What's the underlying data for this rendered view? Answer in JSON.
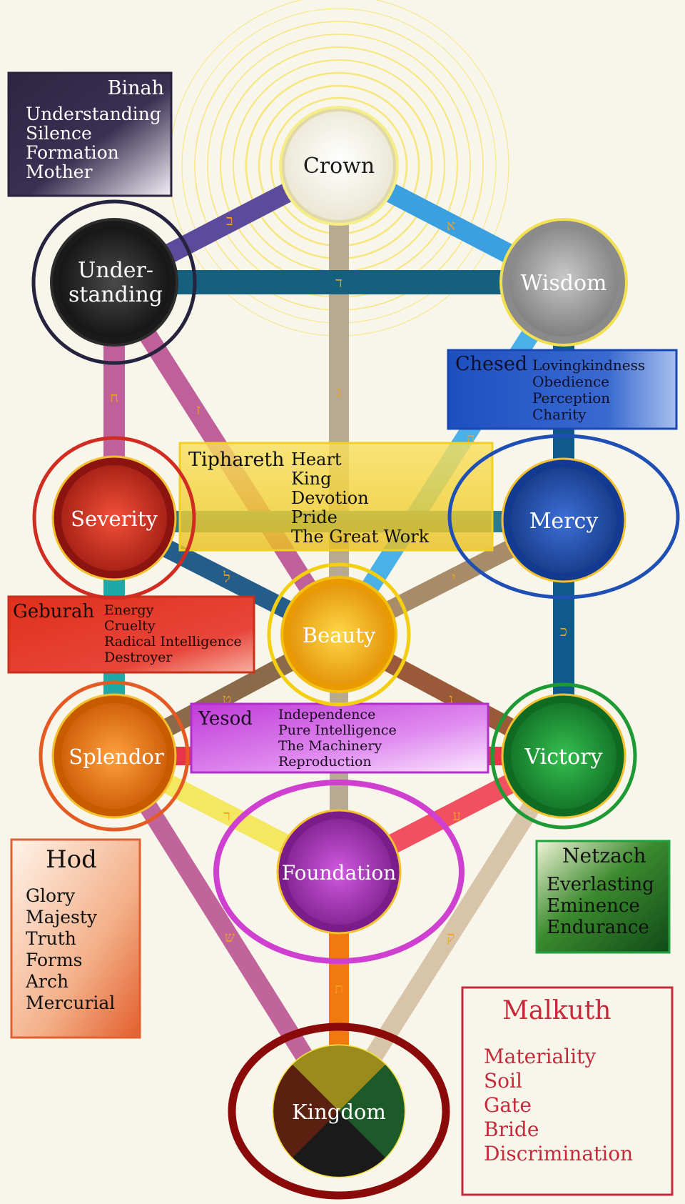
{
  "sephiroth": {
    "crown": {
      "label": "Crown"
    },
    "understanding": {
      "line1": "Under-",
      "line2": "standing"
    },
    "wisdom": {
      "label": "Wisdom"
    },
    "severity": {
      "label": "Severity"
    },
    "mercy": {
      "label": "Mercy"
    },
    "beauty": {
      "label": "Beauty"
    },
    "splendor": {
      "label": "Splendor"
    },
    "victory": {
      "label": "Victory"
    },
    "foundation": {
      "label": "Foundation"
    },
    "kingdom": {
      "label": "Kingdom"
    }
  },
  "paths": {
    "crown_understanding": "ב",
    "crown_wisdom": "א",
    "understanding_wisdom": "ד",
    "crown_beauty": "ג",
    "understanding_severity": "ח",
    "understanding_beauty": "ז",
    "wisdom_mercy": "ה",
    "severity_beauty": "ל",
    "mercy_beauty": "י",
    "mercy_victory": "כ",
    "beauty_splendor": "ט",
    "beauty_victory": "נ",
    "splendor_foundation": "ר",
    "victory_foundation": "ע",
    "splendor_kingdom": "ש",
    "victory_kingdom": "ק",
    "foundation_kingdom": "ת"
  },
  "panels": {
    "binah": {
      "title": "Binah",
      "items": [
        "Understanding",
        "Silence",
        "Formation",
        "Mother"
      ]
    },
    "chesed": {
      "title": "Chesed",
      "items": [
        "Lovingkindness",
        "Obedience",
        "Perception",
        "Charity"
      ]
    },
    "tiphareth": {
      "title": "Tiphareth",
      "items": [
        "Heart",
        "King",
        "Devotion",
        "Pride",
        "The Great Work"
      ]
    },
    "geburah": {
      "title": "Geburah",
      "items": [
        "Energy",
        "Cruelty",
        "Radical Intelligence",
        "Destroyer"
      ]
    },
    "yesod": {
      "title": "Yesod",
      "items": [
        "Independence",
        "Pure Intelligence",
        "The Machinery",
        "Reproduction"
      ]
    },
    "hod": {
      "title": "Hod",
      "items": [
        "Glory",
        "Majesty",
        "Truth",
        "Forms",
        "Arch",
        "Mercurial"
      ]
    },
    "netzach": {
      "title": "Netzach",
      "items": [
        "Everlasting",
        "Eminence",
        "Endurance"
      ]
    },
    "malkuth": {
      "title": "Malkuth",
      "items": [
        "Materiality",
        "Soil",
        "Gate",
        "Bride",
        "Discrimination"
      ]
    }
  },
  "colors": {
    "background": "#f8f5ea",
    "crown": "#f4f2e4",
    "understanding": "#1a1a1a",
    "wisdom": "#9a9a9a",
    "severity": "#d42a1a",
    "mercy": "#1f4fb3",
    "beauty": "#f5b400",
    "splendor": "#f07a10",
    "victory": "#1e9a34",
    "foundation": "#a52fb7",
    "kingdom_citrine": "#9a8c1c",
    "kingdom_olive": "#1d5a2a",
    "kingdom_russet": "#5a2010",
    "kingdom_black": "#1a1a1a",
    "hebrew_letter": "#f0a020"
  }
}
